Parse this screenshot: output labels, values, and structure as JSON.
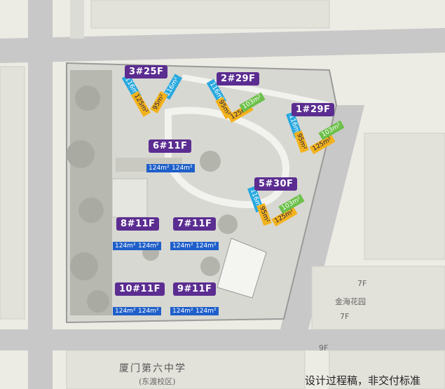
{
  "buildings": [
    {
      "id": "b3",
      "label": "3#25F"
    },
    {
      "id": "b2",
      "label": "2#29F"
    },
    {
      "id": "b1",
      "label": "1#29F"
    },
    {
      "id": "b6",
      "label": "6#11F"
    },
    {
      "id": "b5",
      "label": "5#30F"
    },
    {
      "id": "b8",
      "label": "8#11F"
    },
    {
      "id": "b7",
      "label": "7#11F"
    },
    {
      "id": "b10",
      "label": "10#11F"
    },
    {
      "id": "b9",
      "label": "9#11F"
    }
  ],
  "unit_labels": {
    "u116": "116m²",
    "u125": "125m²",
    "u95": "95m²",
    "u103": "103m²",
    "u124": "124m²"
  },
  "map_labels": {
    "jinhai": "金海花园",
    "f7": "7F",
    "f9": "9F",
    "f7b": "7F"
  },
  "school": {
    "name": "厦门第六中学",
    "campus": "(东渡校区)"
  },
  "disclaimer": "设计过程稿，非交付标准",
  "colors": {
    "label_bg": "#5b2d91",
    "unit_116": "#29a9e0",
    "unit_125": "#f2b21c",
    "unit_95": "#f2b21c",
    "unit_103": "#6cc04a",
    "unit_124": "#1f5fc9"
  }
}
